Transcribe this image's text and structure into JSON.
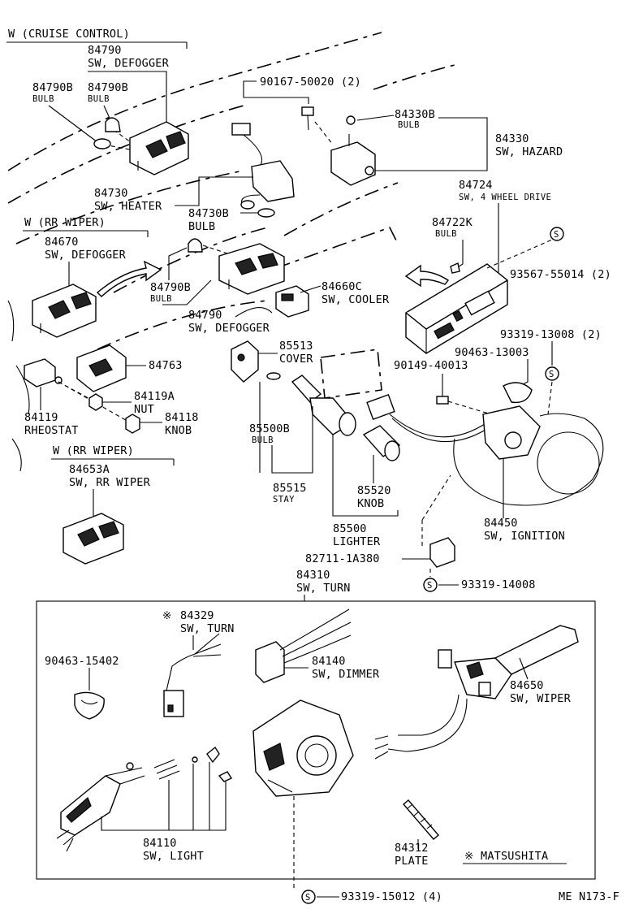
{
  "labels": {
    "w_cruise": "W (CRUISE CONTROL)",
    "p84790_top": "84790",
    "p84790_top_name": "SW, DEFOGGER",
    "p84790b_a": "84790B",
    "p84790b_b": "84790B",
    "bulb": "BULB",
    "p90167": "90167-50020 (2)",
    "p84330b": "84330B",
    "p84330": "84330",
    "p84330_name": "SW, HAZARD",
    "p84730": "84730",
    "p84730_name": "SW, HEATER",
    "p84730b": "84730B",
    "p84724": "84724",
    "p84724_name": "SW, 4 WHEEL DRIVE",
    "w_rr_wiper": "W (RR WIPER)",
    "p84670": "84670",
    "p84670_name": "SW, DEFOGGER",
    "p84722k": "84722K",
    "p93567": "93567-55014 (2)",
    "p84790b_c": "84790B",
    "p84660c": "84660C",
    "p84660c_name": "SW, COOLER",
    "p84790_b": "84790",
    "p84790_b_name": "SW, DEFOGGER",
    "p93319_13008": "93319-13008 (2)",
    "p85513": "85513",
    "cover": "COVER",
    "p90463_13003": "90463-13003",
    "p84763": "84763",
    "p90149": "90149-40013",
    "p84119a": "84119A",
    "nut": "NUT",
    "p84119": "84119",
    "rheostat": "RHEOSTAT",
    "p84118": "84118",
    "knob": "KNOB",
    "p85500b": "85500B",
    "w_rr_wiper_2": "W (RR WIPER)",
    "p84653a": "84653A",
    "p84653a_name": "SW, RR WIPER",
    "p85515": "85515",
    "stay": "STAY",
    "p85520": "85520",
    "knob2": "KNOB",
    "p84450": "84450",
    "p84450_name": "SW, IGNITION",
    "p85500": "85500",
    "lighter": "LIGHTER",
    "p82711": "82711-1A380",
    "p93319_14008": "93319-14008",
    "p84310": "84310",
    "p84310_name": "SW, TURN",
    "p84329": "84329",
    "p84329_name": "SW, TURN",
    "p84140": "84140",
    "p84140_name": "SW, DIMMER",
    "p90463_15402": "90463-15402",
    "p84650": "84650",
    "p84650_name": "SW, WIPER",
    "p84312": "84312",
    "plate": "PLATE",
    "p84110": "84110",
    "p84110_name": "SW, LIGHT",
    "matsushita": "MATSUSHITA",
    "p93319_15012": "93319-15012 (4)",
    "ref_code": "ME N173-F"
  },
  "symbols": {
    "s_mark": "S",
    "asterisk": "※"
  }
}
